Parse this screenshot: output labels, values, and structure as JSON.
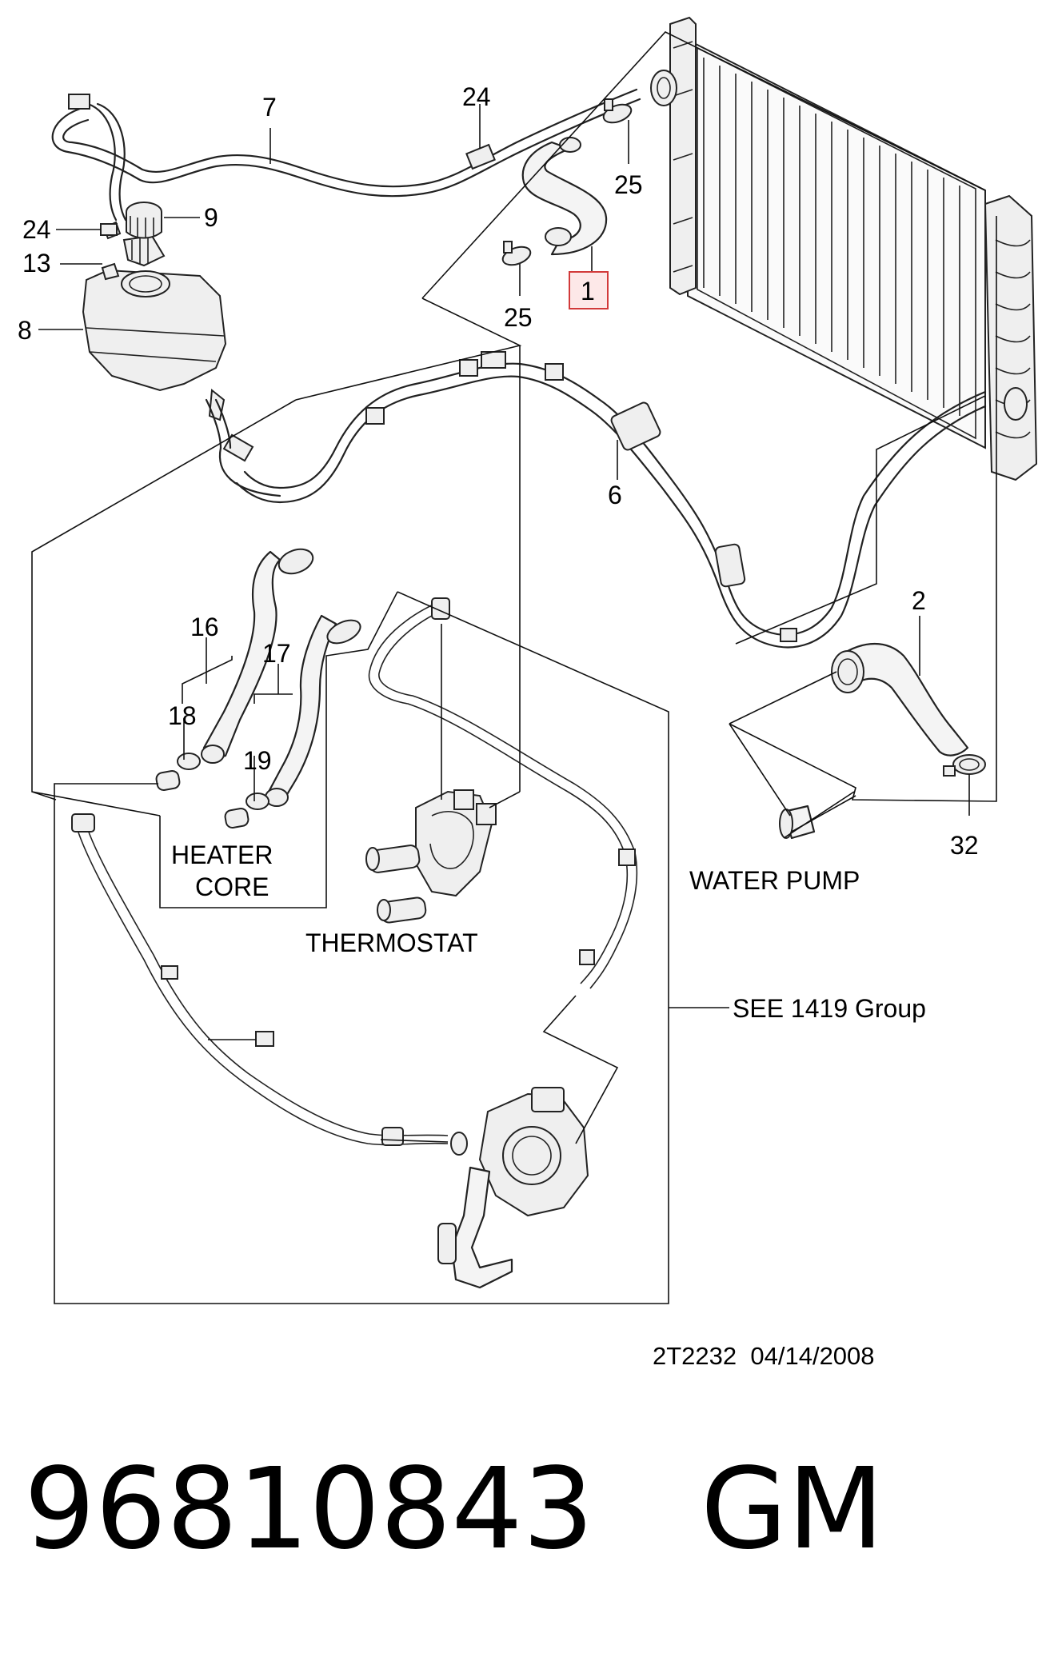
{
  "callouts": {
    "c7": "7",
    "c24a": "24",
    "c24b": "24",
    "c9": "9",
    "c13": "13",
    "c8": "8",
    "c25a": "25",
    "c25b": "25",
    "c1": "1",
    "c6": "6",
    "c2": "2",
    "c16": "16",
    "c17": "17",
    "c18": "18",
    "c19": "19",
    "c32": "32"
  },
  "labels": {
    "heater_core_line1": "HEATER",
    "heater_core_line2": "CORE",
    "thermostat": "THERMOSTAT",
    "water_pump": "WATER PUMP",
    "see_group": "SEE 1419 Group"
  },
  "stamp": {
    "code": "2T2232",
    "date": "04/14/2008"
  },
  "footer": {
    "part_number": "96810843",
    "brand": "GM"
  },
  "highlight_color": "#d23a3a"
}
